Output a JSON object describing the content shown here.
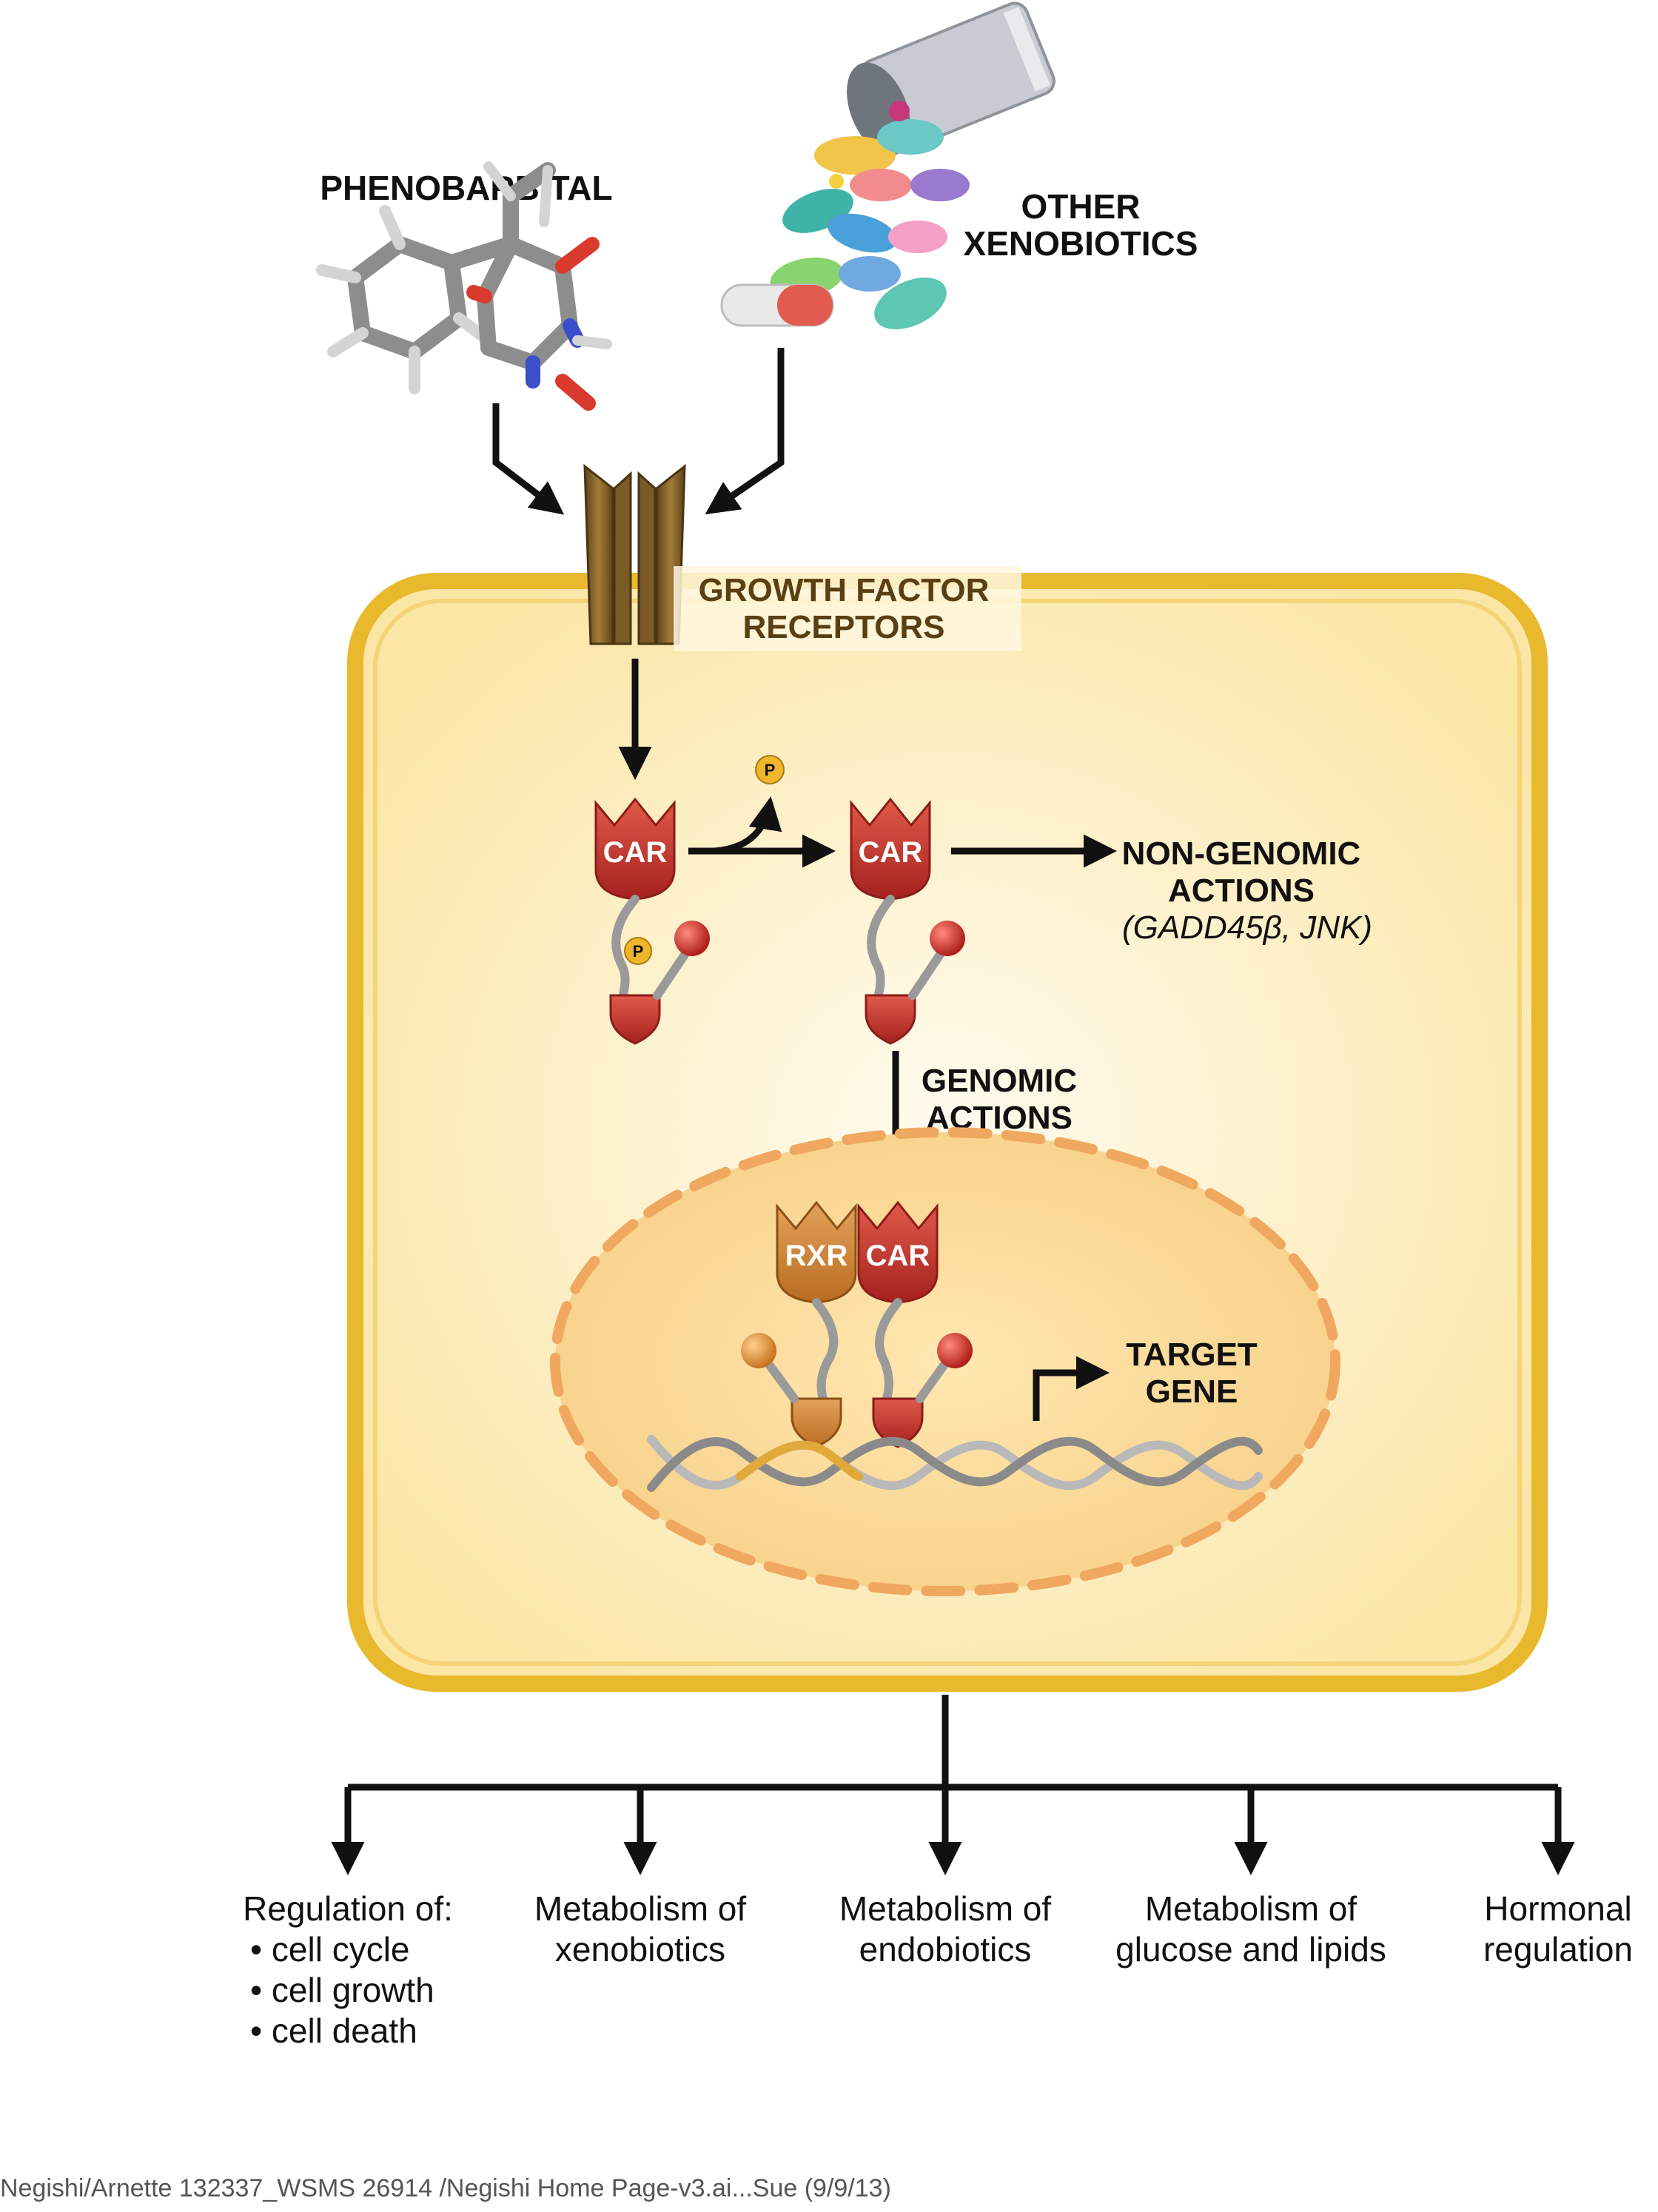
{
  "inputs": {
    "phenobarbital": "PHENOBARBITAL",
    "other_xenobiotics": [
      "OTHER",
      "XENOBIOTICS"
    ]
  },
  "receptor": {
    "label": [
      "GROWTH FACTOR",
      "RECEPTORS"
    ]
  },
  "proteins": {
    "car": "CAR",
    "rxr": "RXR",
    "phosphate": "P"
  },
  "actions": {
    "non_genomic": [
      "NON-GENOMIC",
      "ACTIONS"
    ],
    "non_genomic_examples": "(GADD45β, JNK)",
    "genomic": [
      "GENOMIC",
      "ACTIONS"
    ],
    "target_gene": [
      "TARGET",
      "GENE"
    ]
  },
  "outcomes": [
    {
      "lines": [
        "Regulation of:",
        "• cell cycle",
        "• cell growth",
        "• cell death"
      ]
    },
    {
      "lines": [
        "Metabolism of",
        "xenobiotics"
      ]
    },
    {
      "lines": [
        "Metabolism of",
        "endobiotics"
      ]
    },
    {
      "lines": [
        "Metabolism of",
        "glucose and lipids"
      ]
    },
    {
      "lines": [
        "Hormonal",
        "regulation"
      ]
    }
  ],
  "credit": "Negishi/Arnette 132337_WSMS 26914 /Negishi Home Page-v3.ai...Sue (9/9/13)",
  "colors": {
    "cell_border": "#e8b92c",
    "cell_fill": "#fbeab0",
    "nucleus_border": "#f0a860",
    "receptor": "#7a5a26",
    "car": "#c0302a",
    "rxr": "#cf8636",
    "phosphate": "#f0b62b",
    "dna": "#b9b9b9"
  }
}
